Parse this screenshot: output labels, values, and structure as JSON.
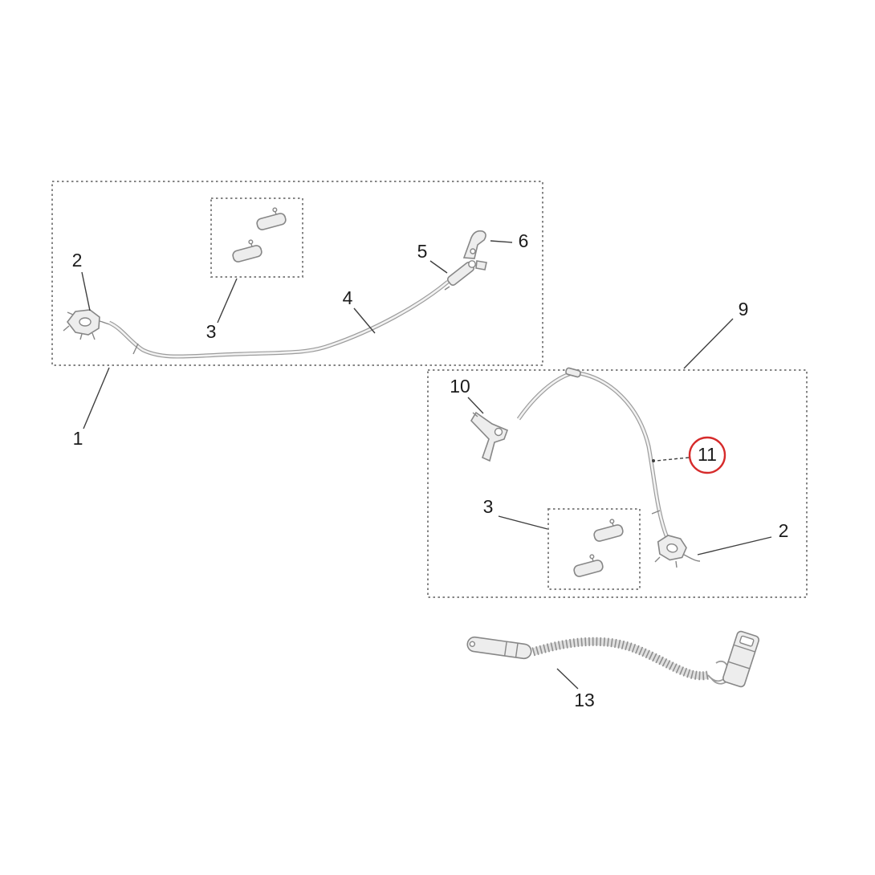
{
  "palette": {
    "background": "#ffffff",
    "box_stroke": "#858585",
    "part_stroke": "#878787",
    "part_fill": "#ededed",
    "cable_color": "#9c9c9c",
    "leader_color": "#3f3f3f",
    "label_color": "#1c1c1c",
    "highlight_ring": "#d62b2b"
  },
  "callouts": {
    "c1": "1",
    "c2_left": "2",
    "c3_left": "3",
    "c4": "4",
    "c5": "5",
    "c6": "6",
    "c9": "9",
    "c10": "10",
    "c11": "11",
    "c3_right": "3",
    "c2_right": "2",
    "c13": "13"
  }
}
